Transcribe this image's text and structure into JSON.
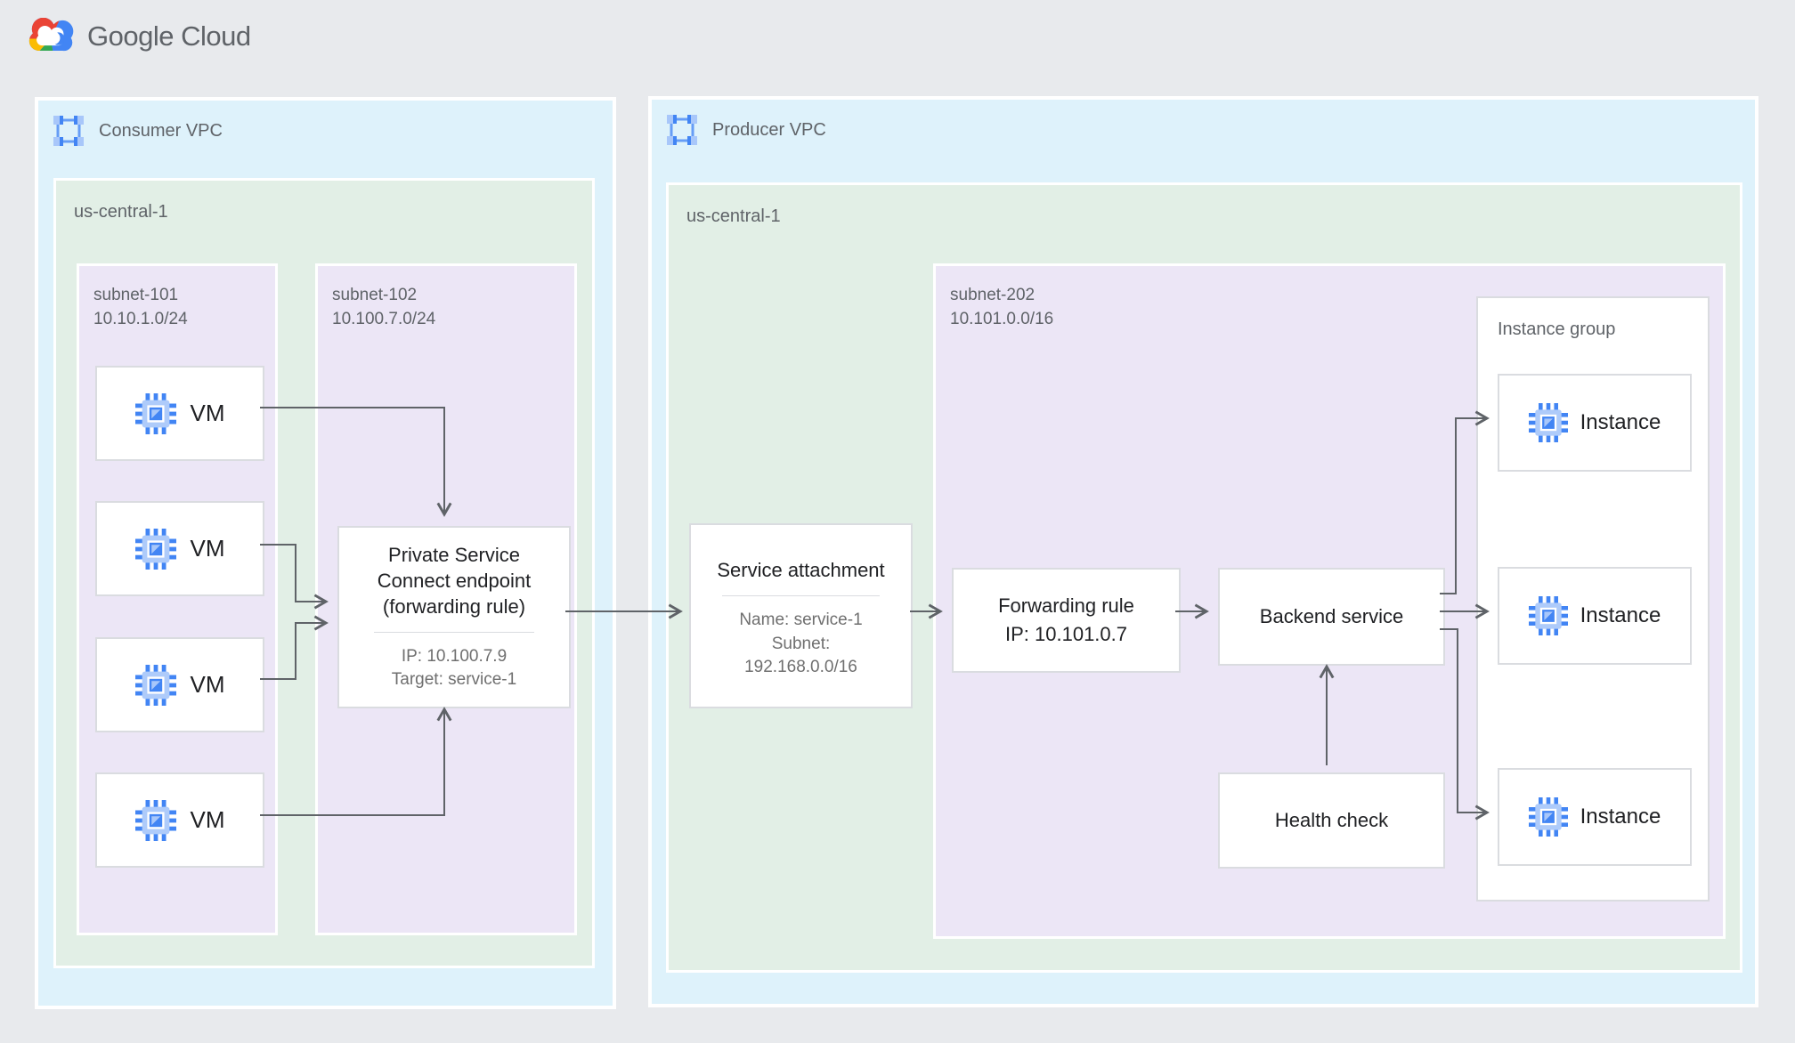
{
  "logo": {
    "text": "Google Cloud"
  },
  "colors": {
    "background": "#e8eaed",
    "vpc_blue": "#def2fb",
    "region_green": "#e2efe6",
    "subnet_purple": "#ece6f6",
    "node_border": "#dadce0",
    "arrow_gray": "#5f6368",
    "icon_blue": "#4285f4",
    "icon_light_blue": "#a8c7fa",
    "text_dark": "#202124",
    "text_gray": "#5f6368"
  },
  "consumer_vpc": {
    "label": "Consumer VPC",
    "region_label": "us-central-1",
    "subnet101": {
      "name": "subnet-101",
      "cidr": "10.10.1.0/24"
    },
    "subnet102": {
      "name": "subnet-102",
      "cidr": "10.100.7.0/24"
    },
    "vms": [
      {
        "label": "VM"
      },
      {
        "label": "VM"
      },
      {
        "label": "VM"
      },
      {
        "label": "VM"
      }
    ],
    "psc_endpoint": {
      "title": "Private Service Connect endpoint (forwarding rule)",
      "ip_line": "IP: 10.100.7.9",
      "target_line": "Target: service-1"
    }
  },
  "producer_vpc": {
    "label": "Producer VPC",
    "region_label": "us-central-1",
    "subnet202": {
      "name": "subnet-202",
      "cidr": "10.101.0.0/16"
    },
    "service_attachment": {
      "title": "Service attachment",
      "detail_lines": [
        "Name: service-1",
        "Subnet:",
        "192.168.0.0/16"
      ]
    },
    "forwarding_rule": {
      "line1": "Forwarding rule",
      "line2": "IP: 10.101.0.7"
    },
    "backend_service": {
      "label": "Backend service"
    },
    "health_check": {
      "label": "Health check"
    },
    "instance_group": {
      "label": "Instance group",
      "instances": [
        {
          "label": "Instance"
        },
        {
          "label": "Instance"
        },
        {
          "label": "Instance"
        }
      ]
    }
  }
}
